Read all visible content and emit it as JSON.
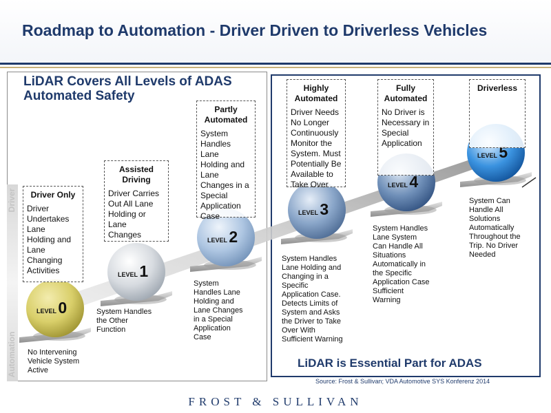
{
  "title": "Roadmap to Automation - Driver Driven to Driverless Vehicles",
  "left_panel_heading": {
    "line1": "LiDAR Covers All Levels of ADAS",
    "line2": "Automated Safety"
  },
  "right_panel_footer": "LiDAR is Essential Part for ADAS",
  "axis": {
    "top_label": "Driver",
    "bottom_label": "Automation"
  },
  "levels": [
    {
      "level_word": "LEVEL",
      "number": "0",
      "title": "Driver Only",
      "desc": [
        "Driver",
        "Undertakes",
        "Lane",
        "Holding and",
        "Lane",
        "Changing",
        "Activities"
      ],
      "below": [
        "No Intervening",
        "Vehicle System",
        "Active"
      ]
    },
    {
      "level_word": "LEVEL",
      "number": "1",
      "title": [
        "Assisted",
        "Driving"
      ],
      "desc": [
        "Driver Carries",
        "Out All Lane",
        "Holding or",
        "Lane",
        "Changes"
      ],
      "below": [
        "System Handles",
        "the Other",
        "Function"
      ]
    },
    {
      "level_word": "LEVEL",
      "number": "2",
      "title": [
        "Partly",
        "Automated"
      ],
      "desc": [
        "System",
        "Handles Lane",
        "Holding and",
        "Lane",
        "Changes in a",
        "Special",
        "Application",
        "Case"
      ],
      "below": [
        "System",
        "Handles Lane",
        "Holding and",
        "Lane Changes",
        "in a Special",
        "Application",
        "Case"
      ]
    },
    {
      "level_word": "LEVEL",
      "number": "3",
      "title": [
        "Highly",
        "Automated"
      ],
      "desc": [
        "Driver Needs",
        "No Longer",
        "Continuously",
        "Monitor the",
        "System. Must",
        "Potentially Be",
        "Available to",
        "Take Over"
      ],
      "below": [
        "System Handles",
        "Lane Holding and",
        "Changing in a",
        "Specific",
        "Application Case.",
        "Detects Limits of",
        "System and Asks",
        "the Driver to Take",
        "Over With",
        "Sufficient Warning"
      ]
    },
    {
      "level_word": "LEVEL",
      "number": "4",
      "title": [
        "Fully",
        "Automated"
      ],
      "desc": [
        "No Driver is",
        "Necessary in",
        "Special",
        "Application"
      ],
      "below": [
        "System Handles",
        "Lane System",
        "Can Handle All",
        "Situations",
        "Automatically in",
        "the Specific",
        "Application Case",
        "Sufficient",
        "Warning"
      ]
    },
    {
      "level_word": "LEVEL",
      "number": "5",
      "title": "Driverless",
      "desc": [],
      "below": [
        "System Can",
        "Handle All",
        "Solutions",
        "Automatically",
        "Throughout the",
        "Trip. No Driver",
        "Needed"
      ]
    }
  ],
  "source": "Source: Frost & Sullivan; VDA Automotive SYS Konferenz 2014",
  "footer_brand": "FROST & SULLIVAN",
  "colors": {
    "navy": "#1f3a6b",
    "gold": "#c7b07a",
    "sphere0": "#d9cf6a",
    "sphere5": "#1e78c8"
  }
}
